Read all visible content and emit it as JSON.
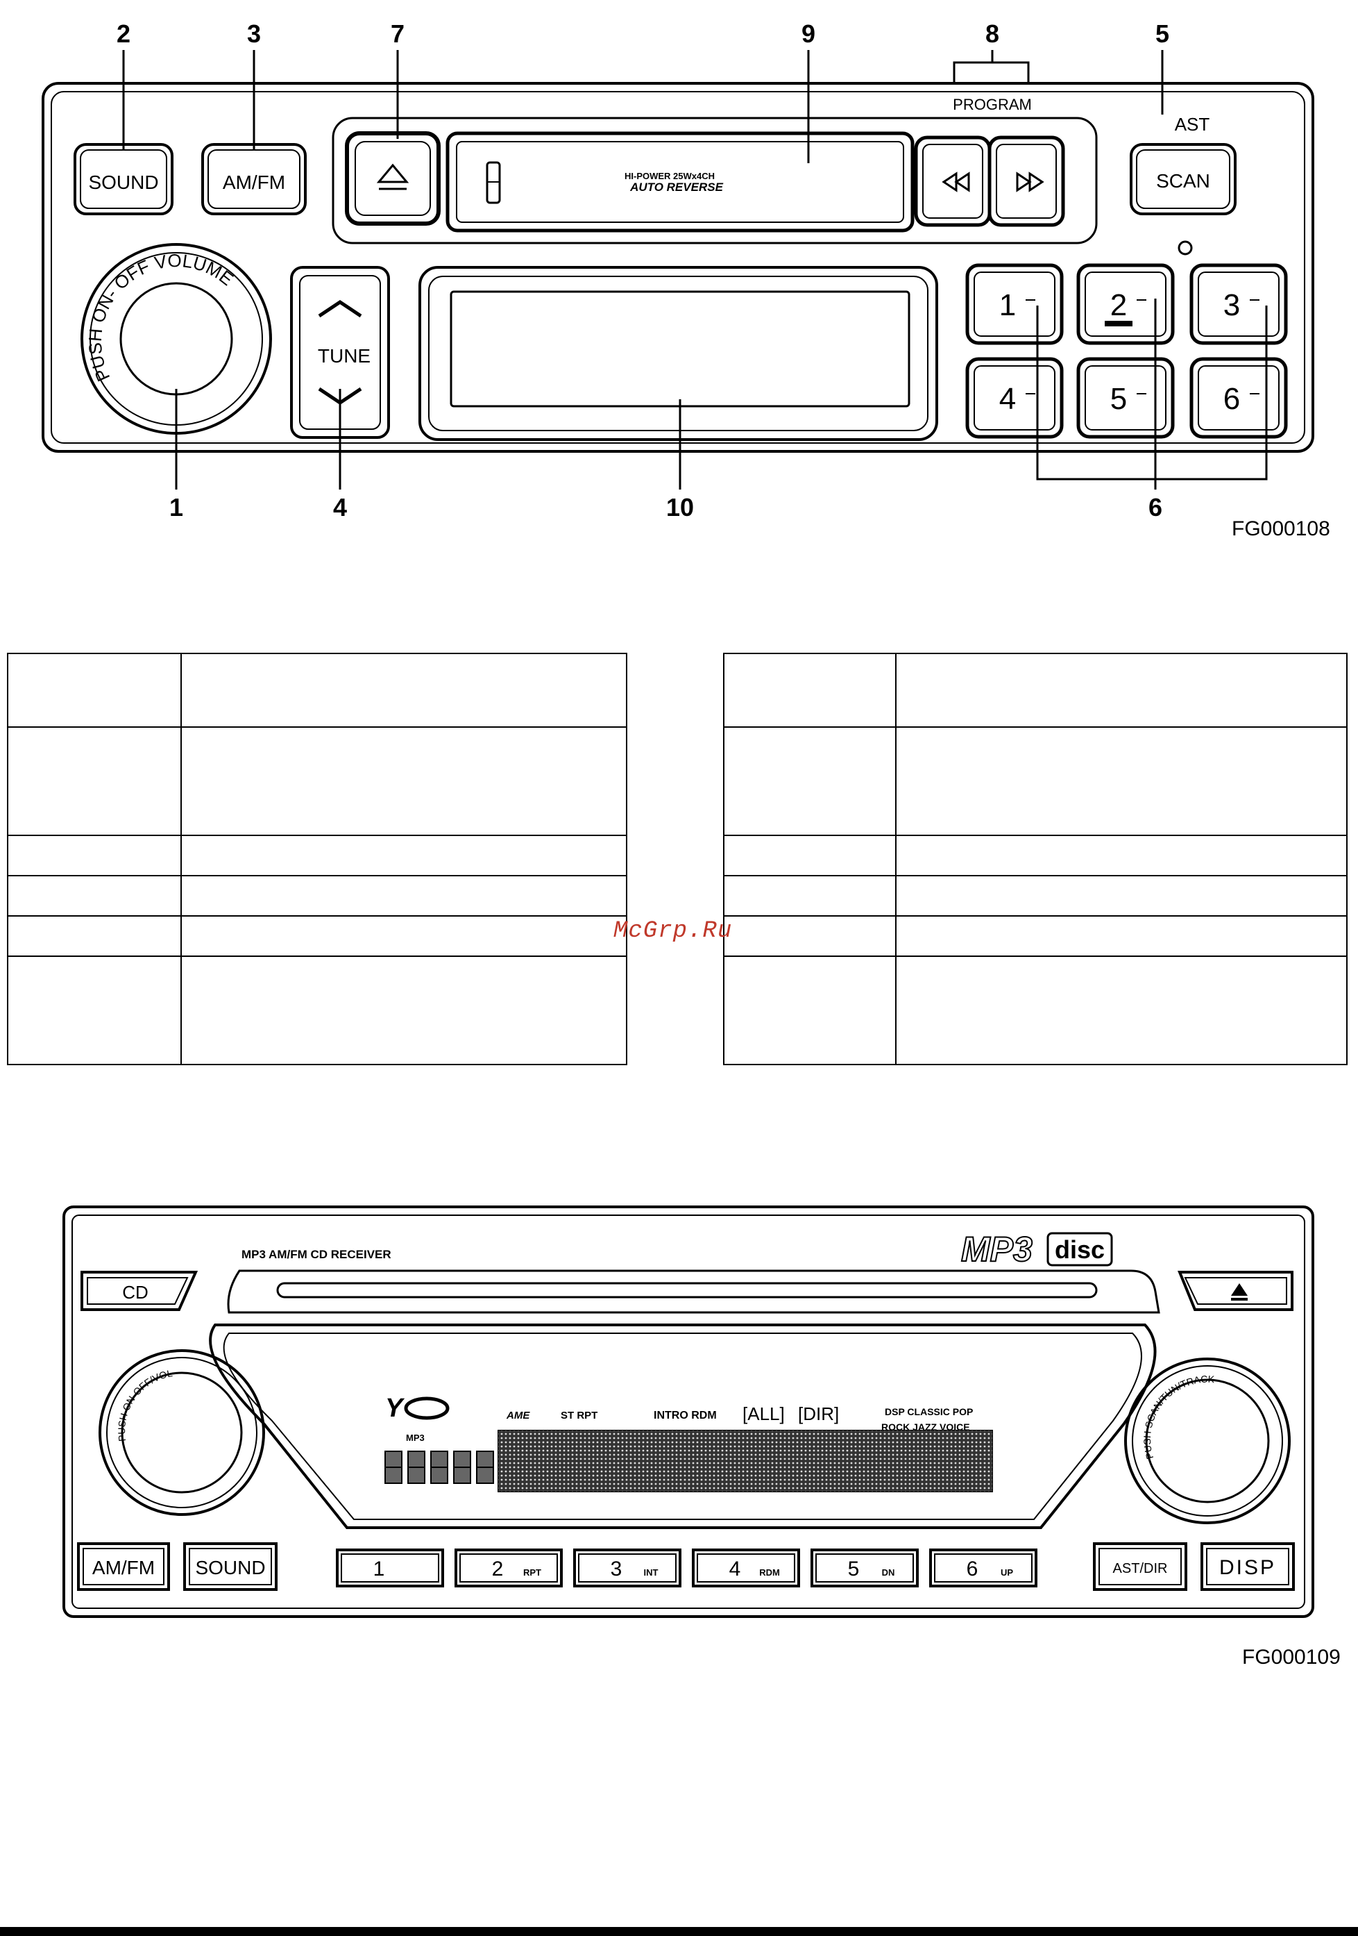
{
  "figure1": {
    "code": "FG000108",
    "callouts": [
      "1",
      "2",
      "3",
      "4",
      "5",
      "6",
      "7",
      "8",
      "9",
      "10"
    ],
    "buttons": {
      "sound": "SOUND",
      "am_fm": "AM/FM",
      "scan": "SCAN",
      "ast": "AST",
      "program": "PROGRAM",
      "tune": "TUNE",
      "knob_text": "PUSH ON- OFF VOLUME",
      "presets": [
        "1",
        "2",
        "3",
        "4",
        "5",
        "6"
      ]
    },
    "cassette": {
      "line1": "HI-POWER 25Wx4CH",
      "line2": "AUTO REVERSE"
    }
  },
  "table_left": [
    [
      "",
      ""
    ],
    [
      "",
      ""
    ],
    [
      "",
      ""
    ],
    [
      "",
      ""
    ],
    [
      "",
      ""
    ],
    [
      "",
      ""
    ]
  ],
  "table_right": [
    [
      "",
      ""
    ],
    [
      "",
      ""
    ],
    [
      "",
      ""
    ],
    [
      "",
      ""
    ],
    [
      "",
      ""
    ],
    [
      "",
      ""
    ]
  ],
  "watermark": "McGrp.Ru",
  "figure2": {
    "code": "FG000109",
    "title": "MP3 AM/FM CD RECEIVER",
    "buttons": {
      "cd": "CD",
      "am_fm": "AM/FM",
      "sound": "SOUND",
      "ast_dir": "AST/DIR",
      "disp": "DISP"
    },
    "presets": [
      {
        "num": "1",
        "sub": ""
      },
      {
        "num": "2",
        "sub": "RPT"
      },
      {
        "num": "3",
        "sub": "INT"
      },
      {
        "num": "4",
        "sub": "RDM"
      },
      {
        "num": "5",
        "sub": "DN"
      },
      {
        "num": "6",
        "sub": "UP"
      }
    ],
    "display": {
      "line_a": "ST RPT",
      "line_b": "INTRO RDM",
      "all": "[ALL]",
      "dir": "[DIR]",
      "eq1": "DSP CLASSIC POP",
      "eq2": "ROCK JAZZ VOICE",
      "mp3": "MP3",
      "ame": "AME"
    },
    "logo_mp3": "MP3",
    "logo_disc": "disc",
    "knob_left": "PUSH ON-OFF/VOL",
    "knob_right": "PUSH SCAN/TUN/TRACK"
  }
}
